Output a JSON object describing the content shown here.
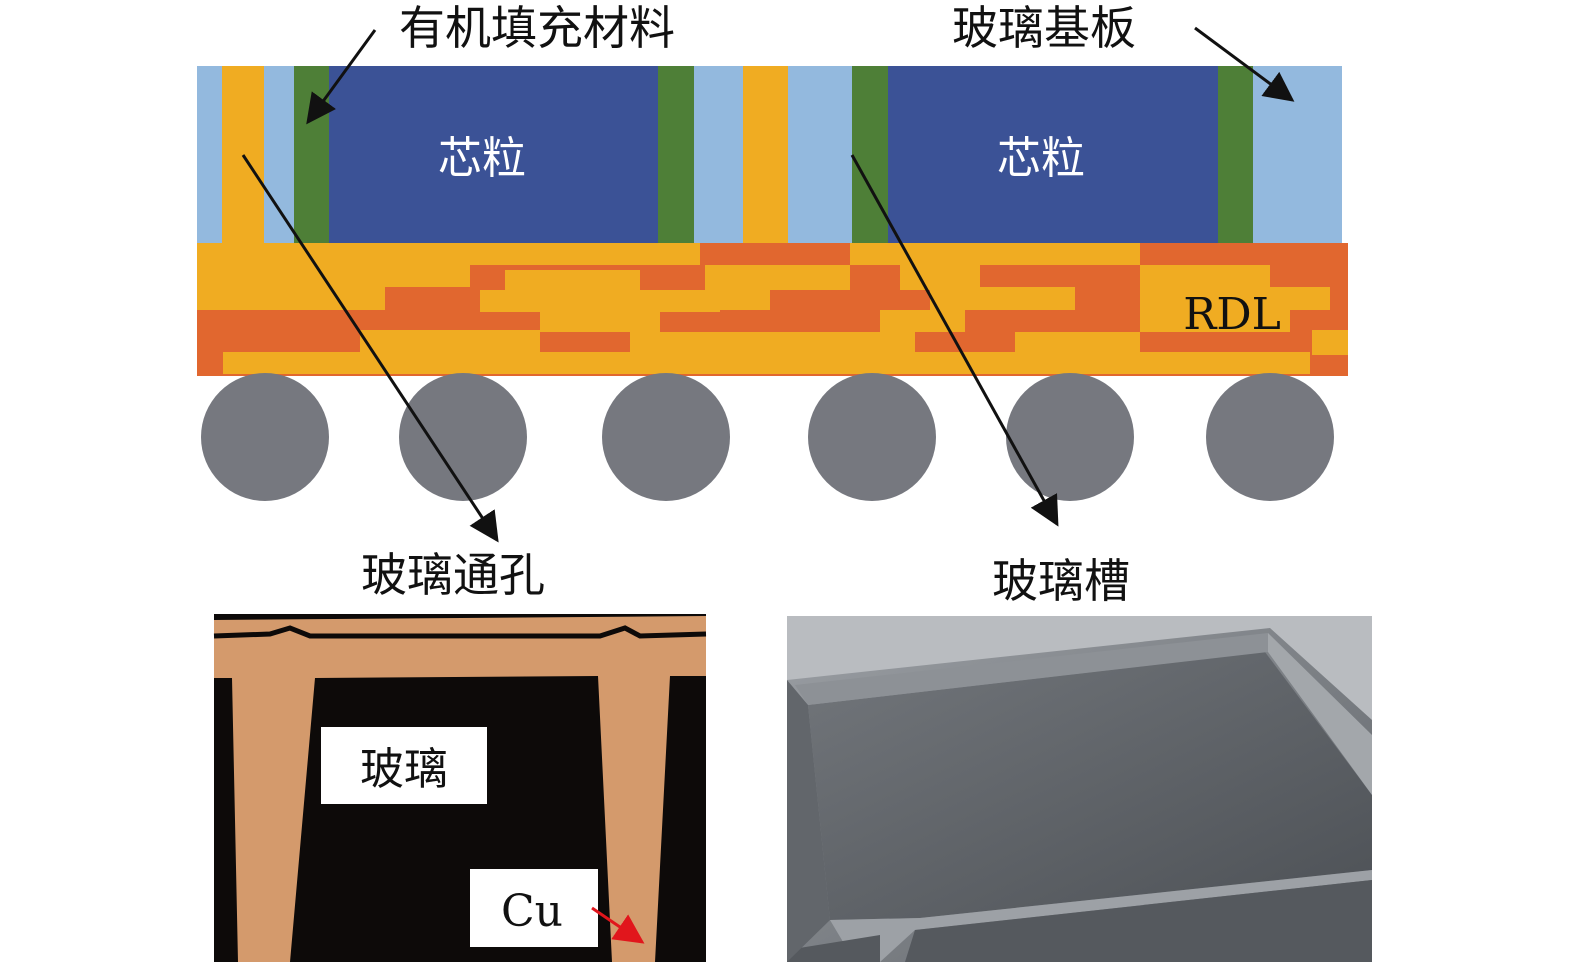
{
  "labels": {
    "organic_fill": "有机填充材料",
    "glass_substrate": "玻璃基板",
    "chiplet_left": "芯粒",
    "chiplet_right": "芯粒",
    "rdl": "RDL",
    "glass_via": "玻璃通孔",
    "glass_cavity": "玻璃槽",
    "glass_inset": "玻璃",
    "copper_inset": "Cu"
  },
  "colors": {
    "glass": "#93B9DE",
    "via_copper": "#F0AC22",
    "organic_fill": "#4E7F37",
    "chiplet": "#3B5296",
    "rdl_base": "#E1672F",
    "rdl_trace": "#F0AC22",
    "solder_ball": "#76787F",
    "arrow": "#111111",
    "photo_background": "#0D0A09",
    "photo_copper": "#D49A6C",
    "sem_gray": "#6C6F74",
    "red_arrow": "#E1161C"
  },
  "icons": {
    "pointer": "arrow-icon",
    "solder": "solder-ball-icon"
  }
}
